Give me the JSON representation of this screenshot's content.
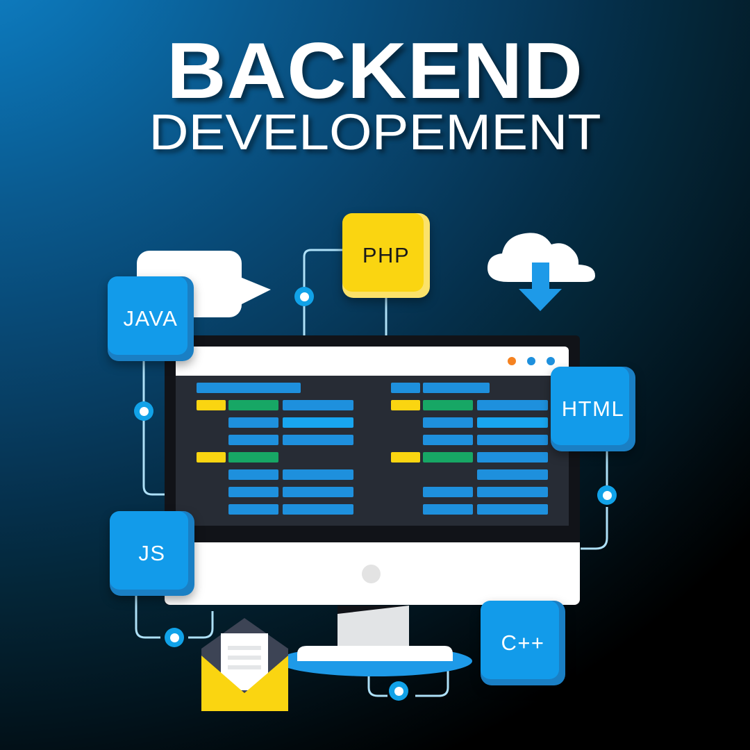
{
  "poster": {
    "title_main": "BACKEND",
    "title_sub": "DEVELOPEMENT",
    "bg_top_left": "#0b79c2",
    "bg_bottom_right": "#000000"
  },
  "tags": [
    {
      "id": "java",
      "label": "JAVA",
      "color": "#129bea",
      "text_color": "#ffffff"
    },
    {
      "id": "php",
      "label": "PHP",
      "color": "#fad511",
      "text_color": "#1a1a1a"
    },
    {
      "id": "html",
      "label": "HTML",
      "color": "#129bea",
      "text_color": "#ffffff"
    },
    {
      "id": "js",
      "label": "JS",
      "color": "#129bea",
      "text_color": "#ffffff"
    },
    {
      "id": "cpp",
      "label": "C++",
      "color": "#129bea",
      "text_color": "#ffffff"
    }
  ],
  "window": {
    "dots": [
      {
        "name": "close-dot",
        "color": "#f58220"
      },
      {
        "name": "minimize-dot",
        "color": "#1e90dd"
      },
      {
        "name": "maximize-dot",
        "color": "#1e90dd"
      }
    ]
  },
  "icons": {
    "cloud_download": "cloud-download-icon",
    "envelope": "envelope-icon",
    "mouse": "mouse-icon",
    "keyboard": "keyboard-icon",
    "speech_bubble": "speech-bubble-icon"
  },
  "code_colors": {
    "blue": "#1e90dd",
    "light_blue": "#18a6f0",
    "yellow": "#fad511",
    "green": "#17a765",
    "background": "#272c35"
  },
  "code_lines": {
    "left_column": [
      {
        "row": 1,
        "bars": [
          {
            "col": 1,
            "w": 56,
            "color": "blue"
          },
          {
            "col": 2,
            "w": 104,
            "color": "blue"
          }
        ]
      },
      {
        "row": 2,
        "bars": [
          {
            "col": 1,
            "w": 42,
            "color": "yellow"
          },
          {
            "col": 2,
            "w": 72,
            "color": "green"
          },
          {
            "col": 3,
            "w": 102,
            "color": "blue"
          }
        ]
      },
      {
        "row": 3,
        "bars": [
          {
            "col": 2,
            "w": 72,
            "color": "blue"
          },
          {
            "col": 3,
            "w": 102,
            "color": "light_blue"
          }
        ]
      },
      {
        "row": 4,
        "bars": [
          {
            "col": 2,
            "w": 72,
            "color": "blue"
          },
          {
            "col": 3,
            "w": 102,
            "color": "blue"
          }
        ]
      },
      {
        "row": 5,
        "bars": [
          {
            "col": 1,
            "w": 42,
            "color": "yellow"
          },
          {
            "col": 2,
            "w": 72,
            "color": "green"
          }
        ]
      },
      {
        "row": 6,
        "bars": [
          {
            "col": 2,
            "w": 72,
            "color": "blue"
          },
          {
            "col": 3,
            "w": 102,
            "color": "blue"
          }
        ]
      },
      {
        "row": 7,
        "bars": [
          {
            "col": 2,
            "w": 72,
            "color": "blue"
          },
          {
            "col": 3,
            "w": 102,
            "color": "blue"
          }
        ]
      },
      {
        "row": 8,
        "bars": [
          {
            "col": 2,
            "w": 72,
            "color": "blue"
          },
          {
            "col": 3,
            "w": 102,
            "color": "blue"
          }
        ]
      }
    ],
    "right_column": [
      {
        "row": 1,
        "bars": [
          {
            "col": 1,
            "w": 42,
            "color": "blue"
          },
          {
            "col": 2,
            "w": 96,
            "color": "blue"
          }
        ]
      },
      {
        "row": 2,
        "bars": [
          {
            "col": 1,
            "w": 42,
            "color": "yellow"
          },
          {
            "col": 2,
            "w": 72,
            "color": "green"
          },
          {
            "col": 3,
            "w": 102,
            "color": "blue"
          }
        ]
      },
      {
        "row": 3,
        "bars": [
          {
            "col": 2,
            "w": 72,
            "color": "blue"
          },
          {
            "col": 3,
            "w": 102,
            "color": "light_blue"
          }
        ]
      },
      {
        "row": 4,
        "bars": [
          {
            "col": 2,
            "w": 72,
            "color": "blue"
          },
          {
            "col": 3,
            "w": 102,
            "color": "blue"
          }
        ]
      },
      {
        "row": 5,
        "bars": [
          {
            "col": 1,
            "w": 42,
            "color": "yellow"
          },
          {
            "col": 2,
            "w": 72,
            "color": "green"
          },
          {
            "col": 3,
            "w": 102,
            "color": "blue"
          }
        ]
      },
      {
        "row": 6,
        "bars": [
          {
            "col": 3,
            "w": 102,
            "color": "blue"
          }
        ]
      },
      {
        "row": 7,
        "bars": [
          {
            "col": 2,
            "w": 72,
            "color": "blue"
          },
          {
            "col": 3,
            "w": 102,
            "color": "blue"
          }
        ]
      },
      {
        "row": 8,
        "bars": [
          {
            "col": 2,
            "w": 72,
            "color": "blue"
          },
          {
            "col": 3,
            "w": 102,
            "color": "blue"
          }
        ]
      }
    ]
  }
}
